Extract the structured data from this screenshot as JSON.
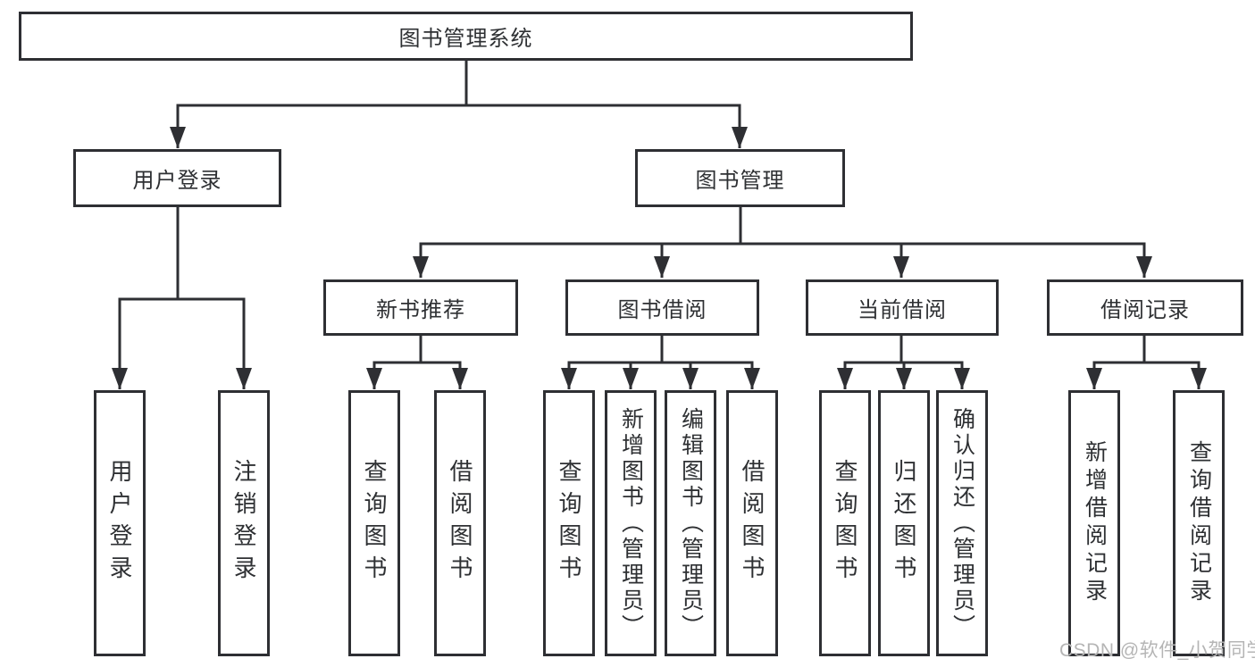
{
  "diagram": {
    "root": {
      "label": "图书管理系统"
    },
    "level2": [
      {
        "id": "user-login",
        "label": "用户登录",
        "parent": "图书管理系统"
      },
      {
        "id": "book-management",
        "label": "图书管理",
        "parent": "图书管理系统"
      }
    ],
    "level3": [
      {
        "id": "new-book-recommend",
        "label": "新书推荐",
        "parent": "图书管理"
      },
      {
        "id": "book-borrowing",
        "label": "图书借阅",
        "parent": "图书管理"
      },
      {
        "id": "current-borrowing",
        "label": "当前借阅",
        "parent": "图书管理"
      },
      {
        "id": "borrowing-records",
        "label": "借阅记录",
        "parent": "图书管理"
      }
    ],
    "leaves": [
      {
        "label": "用户登录",
        "parent": "用户登录"
      },
      {
        "label": "注销登录",
        "parent": "用户登录"
      },
      {
        "label": "查询图书",
        "parent": "新书推荐"
      },
      {
        "label": "借阅图书",
        "parent": "新书推荐"
      },
      {
        "label": "查询图书",
        "parent": "图书借阅"
      },
      {
        "label": "新增图书（管理员）",
        "parent": "图书借阅"
      },
      {
        "label": "编辑图书（管理员）",
        "parent": "图书借阅"
      },
      {
        "label": "借阅图书",
        "parent": "图书借阅"
      },
      {
        "label": "查询图书",
        "parent": "当前借阅"
      },
      {
        "label": "归还图书",
        "parent": "当前借阅"
      },
      {
        "label": "确认归还（管理员）",
        "parent": "当前借阅"
      },
      {
        "label": "新增借阅记录",
        "parent": "借阅记录"
      },
      {
        "label": "查询借阅记录",
        "parent": "借阅记录"
      }
    ],
    "watermark": "CSDN @软件_小贺同学",
    "colors": {
      "line": "#2e2f33",
      "text": "#2e3033",
      "watermark": "#b5b5b5",
      "background": "#ffffff"
    }
  }
}
